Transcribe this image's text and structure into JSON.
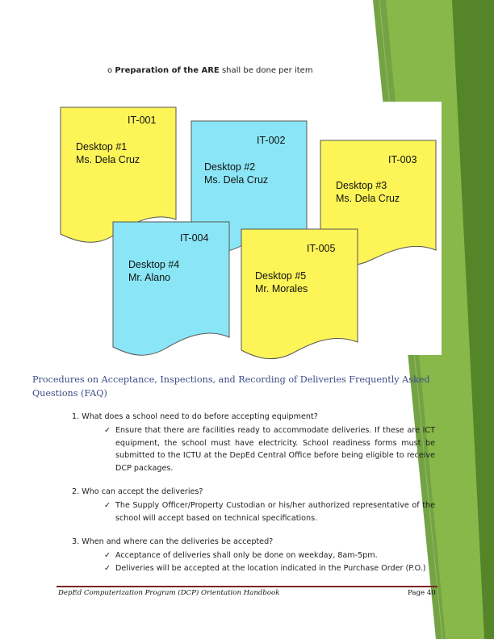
{
  "bullet": {
    "marker": "o",
    "bold": "Preparation of the ARE",
    "rest": "shall be done per item"
  },
  "notes": [
    {
      "id": "IT-001",
      "line1": "Desktop #1",
      "line2": "Ms. Dela Cruz",
      "color": "#fdf458"
    },
    {
      "id": "IT-002",
      "line1": "Desktop #2",
      "line2": "Ms. Dela Cruz",
      "color": "#8ae6f6"
    },
    {
      "id": "IT-003",
      "line1": "Desktop #3",
      "line2": "Ms. Dela Cruz",
      "color": "#fdf458"
    },
    {
      "id": "IT-004",
      "line1": "Desktop #4",
      "line2": "Mr. Alano",
      "color": "#8ae6f6"
    },
    {
      "id": "IT-005",
      "line1": "Desktop #5",
      "line2": "Mr. Morales",
      "color": "#fdf458"
    }
  ],
  "heading": {
    "line1": "Procedures on Acceptance, Inspections, and Recording of Deliveries  Frequently Asked",
    "line2": "Questions (FAQ)"
  },
  "faq": [
    {
      "question": "1.  What does a school need to do before accepting equipment?",
      "answers": [
        "Ensure that there are facilities ready to accommodate deliveries. If these are ICT equipment, the school must have electricity. School readiness forms must be submitted to the ICTU at the DepEd Central Office before being eligible to receive DCP packages."
      ]
    },
    {
      "question": "2.  Who can accept the deliveries?",
      "answers": [
        "The Supply Officer/Property Custodian or his/her authorized representative of the school will accept based on technical specifications."
      ]
    },
    {
      "question": "3.  When and where can the deliveries be accepted?",
      "answers": [
        "Acceptance of deliveries shall only be done on weekday, 8am-5pm.",
        "Deliveries will be accepted at the location indicated in the Purchase Order (P.O.)"
      ]
    }
  ],
  "check_symbol": "✓",
  "footer": {
    "left": "DepEd Computerization Program (DCP) Orientation Handbook",
    "right": "Page 40"
  },
  "colors": {
    "heading": "#3d4c86",
    "footer_rule": "#7b2323",
    "deco_green": "#6b9e3a"
  }
}
